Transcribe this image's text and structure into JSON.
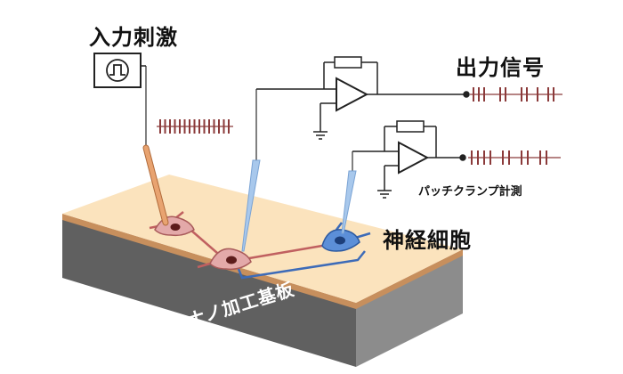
{
  "labels": {
    "input_stimulus": "入力刺激",
    "output_signal": "出力信号",
    "patch_clamp": "パッチクランプ計測",
    "neuron": "神経細胞",
    "substrate": "ナノ加工基板"
  },
  "colors": {
    "substrate_top": "#fbe3bd",
    "substrate_edge": "#c78f5d",
    "substrate_front": "#606060",
    "substrate_right": "#8c8c8c",
    "neuron_pink": "#e3a9a9",
    "neuron_pink_nucleus": "#5c1c1c",
    "neuron_blue": "#5c8fd8",
    "neuron_blue_nucleus": "#1d3f7a",
    "spike": "#8b3a3a",
    "electrode": "#e8a370",
    "pipette": "#a8c8ec"
  },
  "spike_trains": {
    "stimulus": [
      0,
      1,
      2,
      3,
      4,
      5,
      6,
      7,
      8,
      9,
      10,
      11,
      12,
      13,
      14
    ],
    "output": [
      0,
      1,
      2,
      5,
      6,
      9,
      10,
      12,
      14,
      15
    ],
    "patch": [
      0,
      1,
      2,
      3,
      5,
      6,
      8,
      9,
      11,
      12
    ]
  }
}
